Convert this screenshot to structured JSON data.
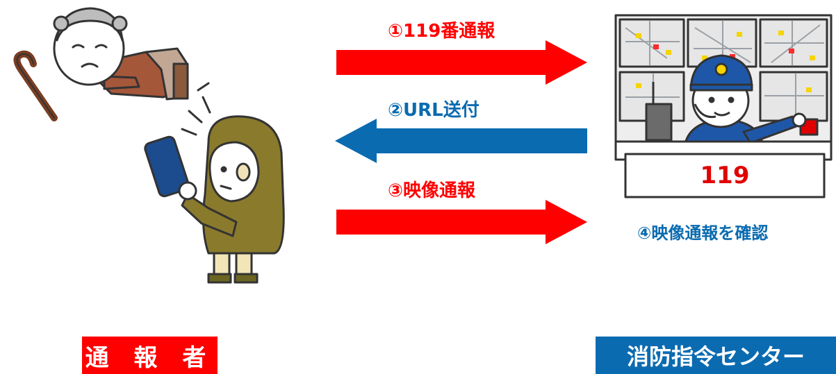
{
  "colors": {
    "red": "#ff0000",
    "blue": "#0a6bb0",
    "white": "#ffffff"
  },
  "steps": {
    "step1": "①119番通報",
    "step2": "②URL送付",
    "step3": "③映像通報",
    "step4": "④映像通報を確認"
  },
  "roles": {
    "caller": "通 報 者",
    "center": "消防指令センター"
  },
  "console_number": "119",
  "icons": {
    "elderly": "fallen-elderly-person-icon",
    "caller": "person-with-smartphone-icon",
    "dispatcher": "dispatcher-at-console-icon"
  }
}
